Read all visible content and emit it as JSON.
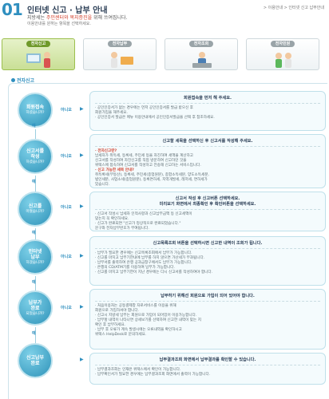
{
  "header": {
    "number": "01",
    "title": "인터넷 신고 · 납부 안내",
    "breadcrumb": "> 이용안내 > 인터넷 신고 납부안내",
    "sub_prefix": "지방세는 ",
    "sub_highlight": "주민센터와 복지증진을",
    "sub_suffix": " 위해 쓰여집니다.",
    "sub2": "이용안내를 원하는 항목을 선택하세요."
  },
  "tabs": [
    {
      "label": "전자신고",
      "active": true
    },
    {
      "label": "전자납부",
      "active": false
    },
    {
      "label": "전자조회",
      "active": false
    },
    {
      "label": "전자민원",
      "active": false
    }
  ],
  "section_title": "전자신고",
  "flow": {
    "yes": "예",
    "no": "아니오",
    "steps": [
      {
        "circle_main": "회원접속",
        "circle_sub": "하셨습니까?",
        "heading": "회원접속을 먼저 해 주세요.",
        "lines": [
          "· 공인인증서가 없는 경우에는 먼저 공인인증서를 발급 받으신 후",
          "  회원가입을 해주세요.",
          "· 공인인증서 발급은 메뉴 이용안내에서 공인인증서발급을 선택 후 참조하세요."
        ]
      },
      {
        "circle_main": "신고서를",
        "circle_main2": "작성",
        "circle_sub": "하셨습니까?",
        "heading": "신고할 세목을 선택하신 후 신고서를 작성해 주세요.",
        "lines": [
          "· 전자신고란?",
          "  납세자가 취득세, 등록세, 주민세 등을 자진하여 세액을 계산하고",
          "  신고서를 작성하여 자진신고를 직접 방문하여 신고하던 것을",
          "  위택스에 접속하여 신고서를 작성하고 전송해 신고하는 서비스입니다.",
          "· 신고 가능한 세목 안내?",
          "  취득록세(부동산), 등록세, 주민세(종업원분), 종합소득세분, 양도소득세분,",
          "  법인세분, 사업소세(종업원분), 등록면허세, 지역개발세, 레저세, 면허세가",
          "  있습니다."
        ]
      },
      {
        "circle_main": "신고를",
        "circle_sub": "마쳤습니까?",
        "heading": "신고서 작성 후 신고버튼 선택하세요.",
        "heading2": "미리보기 화면에서 최종확인 후 확인버튼을 선택하세요.",
        "lines": [
          "· 신고서 작성시 납세자 인적사항과 신고납부금액 등 신고세액이",
          "  맞는지 꼭 확인하세요.",
          "· 신고가 완료되면 \"신고가 정상적으로 완료되었습니다.\"",
          "  문구와 전자납부번호가 부여됩니다."
        ]
      },
      {
        "circle_main": "인터넷",
        "circle_main2": "납부",
        "circle_sub": "하겠습니까?",
        "heading": "신고목록조회 버튼을 선택하시면 신고한 내역이 조회가 됩니다.",
        "lines": [
          "· 납부가 필요한 경우에는 신고목록조회에서 납부가 가능합니다.",
          "· 신고를 마치고 납부기한내에 납부를 하지 않으면 가산세가 부과됩니다.",
          "· 납부서를 출력하여 은행 공과금창구에서도 납부가 가능합니다.",
          "· 은행의 CD/ATM기를 이용하여 납부가 가능합니다.",
          "· 신고를 마치고 납부기한이 지난 경우에는 다시 신고서를 작성하여야 합니다."
        ]
      },
      {
        "circle_main": "납부가",
        "circle_main2": "완료",
        "circle_sub": "되었습니까?",
        "heading": "납부하기 위해선 회원으로 가입이 되어 있어야 합니다.",
        "lines": [
          "· 처음이용자는 공동결제창 자로서비스를 이용을 위해",
          "  회원으로 가입하셔야 합니다.",
          "· 신고시 지방세 납부는 회원으로 가입이 되어있어 이용가능합니다.",
          "· 납부할 내역이 나타나면 상세보기를 선택하여 신고한 내역이 맞는 지",
          "  확인 후 납부하세요.",
          "· 납부 후 오류가 계속 발생시에는 오류내역을 확인하시고",
          "  위택스 HelpDesk로 문의하세요."
        ]
      },
      {
        "circle_main": "신고납부",
        "circle_main2": "완료",
        "circle_sub": "",
        "heading": "납부결과조회 화면에서 납부결과를 확인할 수 있습니다.",
        "lines": [
          "· 납부결과조회는 인재은 위택스에서 확인이 가능합니다.",
          "· 납부확인서가 필요한 경우에는 납부결과조회 화면에서 출력이 가능합니다."
        ]
      }
    ]
  },
  "colors": {
    "accent": "#2f8fbf",
    "highlight": "#d2412e",
    "active_tab": "#c9df96"
  }
}
